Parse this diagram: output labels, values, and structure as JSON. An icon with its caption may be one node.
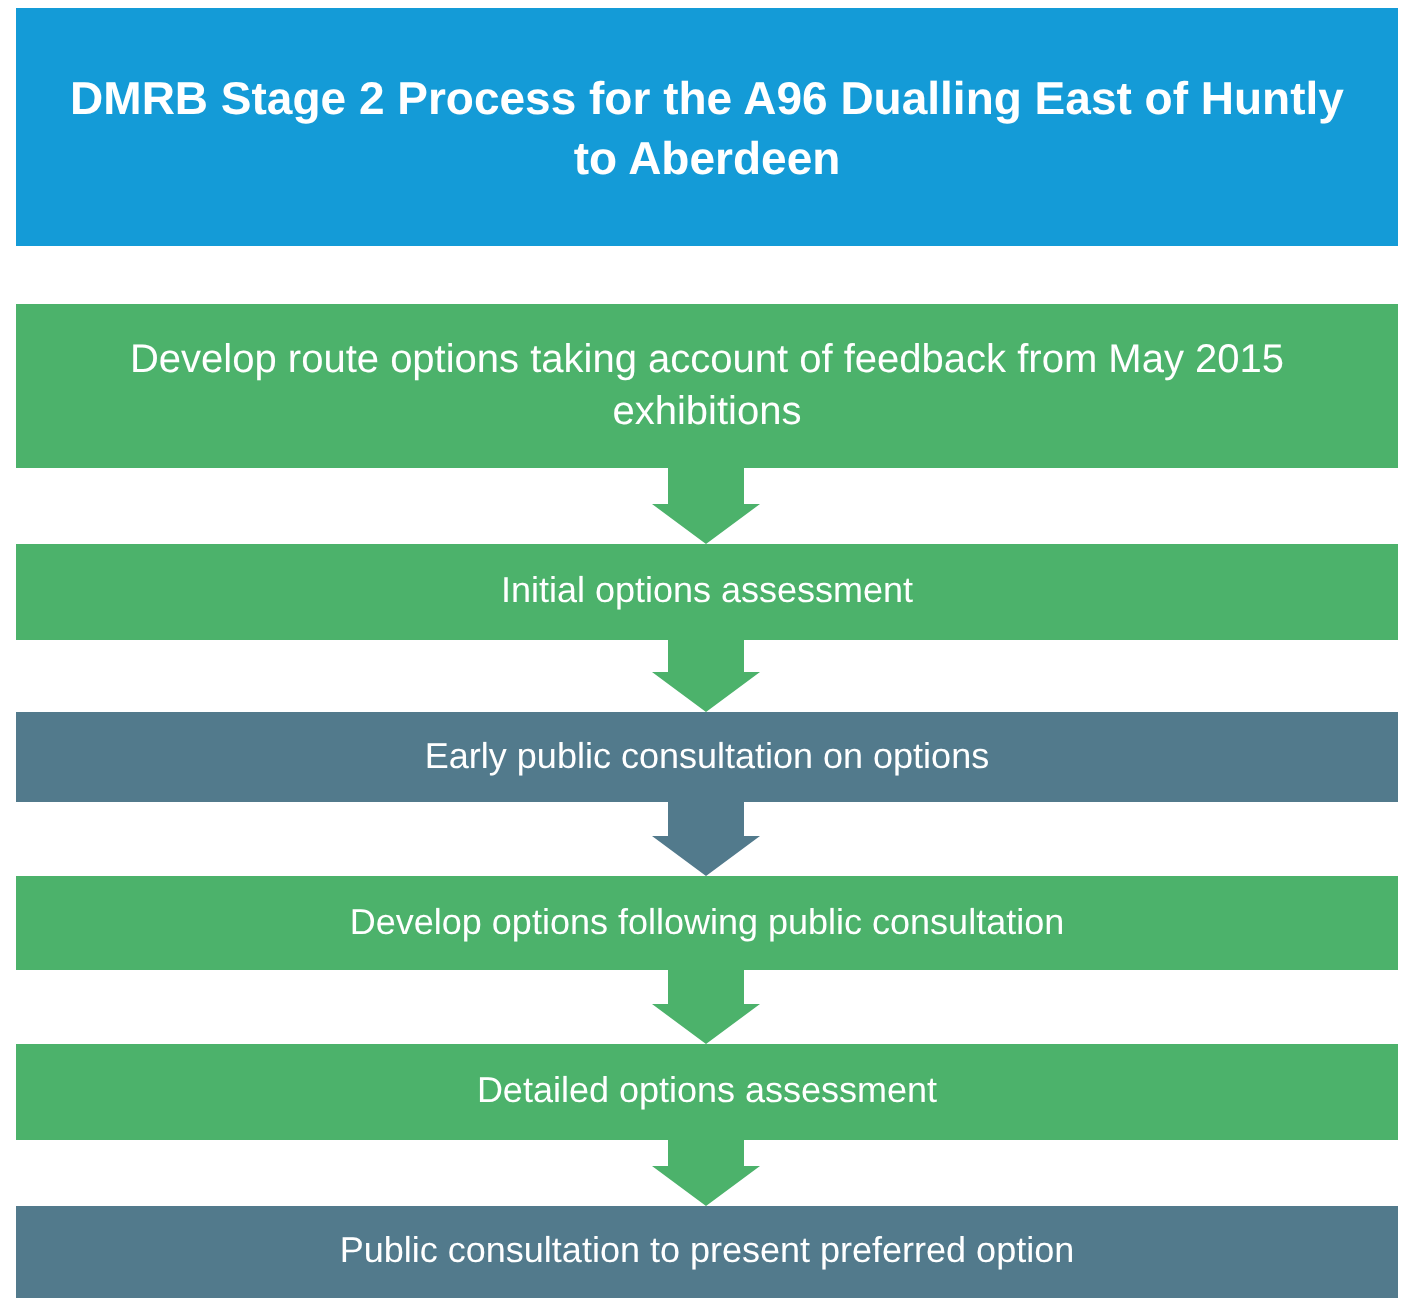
{
  "diagram": {
    "title": "DMRB Stage 2 Process for the A96 Dualling East of Huntly to Aberdeen",
    "nodes": [
      {
        "text": [
          "Develop route options taking account of feedback from May 2015 exhibitions"
        ]
      },
      {
        "text": [
          "Initial options assessment"
        ]
      },
      {
        "text": [
          "Early public consultation on options"
        ]
      },
      {
        "text": [
          "Develop options following public consultation"
        ]
      },
      {
        "text": [
          "Detailed options assessment"
        ]
      },
      {
        "text": [
          "Public consultation to present preferred option"
        ]
      }
    ],
    "edges": [
      {
        "from": 0,
        "to": 1,
        "arrow": "to"
      },
      {
        "from": 1,
        "to": 2,
        "arrow": "to"
      },
      {
        "from": 2,
        "to": 3,
        "arrow": "to",
        "color": "#527a8c"
      },
      {
        "from": 3,
        "to": 4,
        "arrow": "to"
      },
      {
        "from": 4,
        "to": 5,
        "arrow": "to"
      }
    ]
  }
}
